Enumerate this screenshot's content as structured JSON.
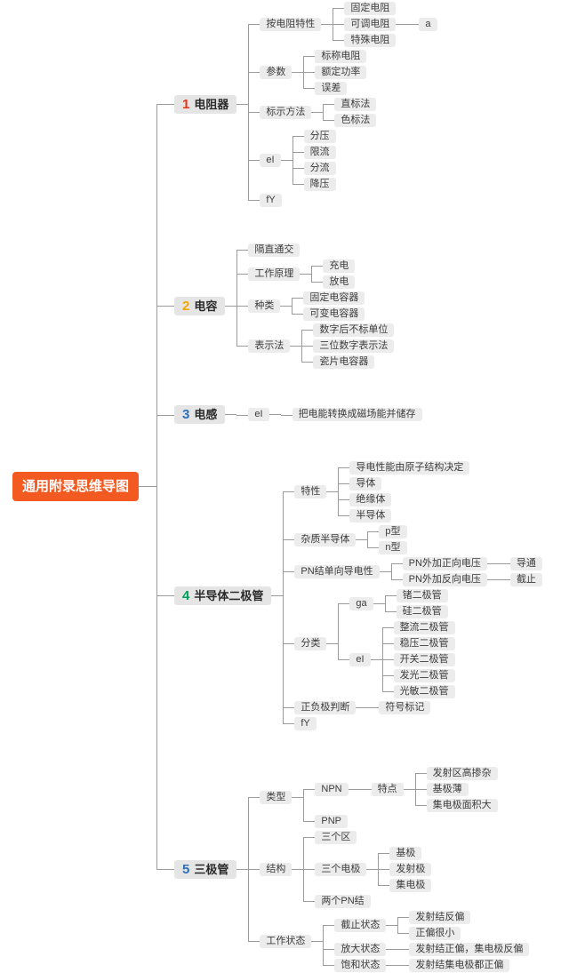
{
  "root": {
    "label": "通用附录思维导图",
    "background": "#f25a22",
    "text_color": "#ffffff"
  },
  "connector_color": "#9b9b9b",
  "node_background": "#ececec",
  "branch_background": "#e5e5e5",
  "branches": [
    {
      "num": "1",
      "num_color": "#e53517",
      "label": "电阻器",
      "children": [
        {
          "t": "按电阻特性",
          "c": [
            {
              "t": "固定电阻"
            },
            {
              "t": "可调电阻",
              "c": [
                {
                  "t": "a"
                }
              ]
            },
            {
              "t": "特殊电阻"
            }
          ]
        },
        {
          "t": "参数",
          "c": [
            {
              "t": "标称电阻"
            },
            {
              "t": "额定功率"
            },
            {
              "t": "误差"
            }
          ]
        },
        {
          "t": "标示方法",
          "c": [
            {
              "t": "直标法"
            },
            {
              "t": "色标法"
            }
          ]
        },
        {
          "t": "eI",
          "c": [
            {
              "t": "分压"
            },
            {
              "t": "限流"
            },
            {
              "t": "分流"
            },
            {
              "t": "降压"
            }
          ]
        },
        {
          "t": "fY"
        }
      ]
    },
    {
      "num": "2",
      "num_color": "#f0a800",
      "label": "电容",
      "children": [
        {
          "t": "隔直通交"
        },
        {
          "t": "工作原理",
          "c": [
            {
              "t": "充电"
            },
            {
              "t": "放电"
            }
          ]
        },
        {
          "t": "种类",
          "c": [
            {
              "t": "固定电容器"
            },
            {
              "t": "可变电容器"
            }
          ]
        },
        {
          "t": "表示法",
          "c": [
            {
              "t": "数字后不标单位"
            },
            {
              "t": "三位数字表示法"
            },
            {
              "t": "瓷片电容器"
            }
          ]
        }
      ]
    },
    {
      "num": "3",
      "num_color": "#2f6fb7",
      "label": "电感",
      "children": [
        {
          "t": "eI",
          "c": [
            {
              "t": "把电能转换成磁场能并储存"
            }
          ]
        }
      ]
    },
    {
      "num": "4",
      "num_color": "#00a05a",
      "label": "半导体二极管",
      "children": [
        {
          "t": "特性",
          "c": [
            {
              "t": "导电性能由原子结构决定"
            },
            {
              "t": "导体"
            },
            {
              "t": "绝缘体"
            },
            {
              "t": "半导体"
            }
          ]
        },
        {
          "t": "杂质半导体",
          "c": [
            {
              "t": "p型"
            },
            {
              "t": "n型"
            }
          ]
        },
        {
          "t": "PN结单向导电性",
          "c": [
            {
              "t": "PN外加正向电压",
              "c": [
                {
                  "t": "导通"
                }
              ]
            },
            {
              "t": "PN外加反向电压",
              "c": [
                {
                  "t": "截止"
                }
              ]
            }
          ]
        },
        {
          "t": "分类",
          "c": [
            {
              "t": "ga",
              "c": [
                {
                  "t": "锗二极管"
                },
                {
                  "t": "硅二极管"
                }
              ]
            },
            {
              "t": "eI",
              "c": [
                {
                  "t": "整流二极管"
                },
                {
                  "t": "稳压二极管"
                },
                {
                  "t": "开关二极管"
                },
                {
                  "t": "发光二极管"
                },
                {
                  "t": "光敏二极管"
                }
              ]
            }
          ]
        },
        {
          "t": "正负极判断",
          "c": [
            {
              "t": "符号标记"
            }
          ]
        },
        {
          "t": "fY"
        }
      ]
    },
    {
      "num": "5",
      "num_color": "#2f6fb7",
      "label": "三极管",
      "children": [
        {
          "t": "类型",
          "c": [
            {
              "t": "NPN",
              "c": [
                {
                  "t": "特点",
                  "c": [
                    {
                      "t": "发射区高掺杂"
                    },
                    {
                      "t": "基极薄"
                    },
                    {
                      "t": "集电极面积大"
                    }
                  ]
                }
              ]
            },
            {
              "t": "PNP"
            }
          ]
        },
        {
          "t": "结构",
          "c": [
            {
              "t": "三个区"
            },
            {
              "t": "三个电极",
              "c": [
                {
                  "t": "基极"
                },
                {
                  "t": "发射极"
                },
                {
                  "t": "集电极"
                }
              ]
            },
            {
              "t": "两个PN结"
            }
          ]
        },
        {
          "t": "工作状态",
          "c": [
            {
              "t": "截止状态",
              "c": [
                {
                  "t": "发射结反偏"
                },
                {
                  "t": "正偏很小"
                }
              ]
            },
            {
              "t": "放大状态",
              "c": [
                {
                  "t": "发射结正偏，集电极反偏"
                }
              ]
            },
            {
              "t": "饱和状态",
              "c": [
                {
                  "t": "发射结集电极都正偏"
                }
              ]
            }
          ]
        }
      ]
    }
  ]
}
